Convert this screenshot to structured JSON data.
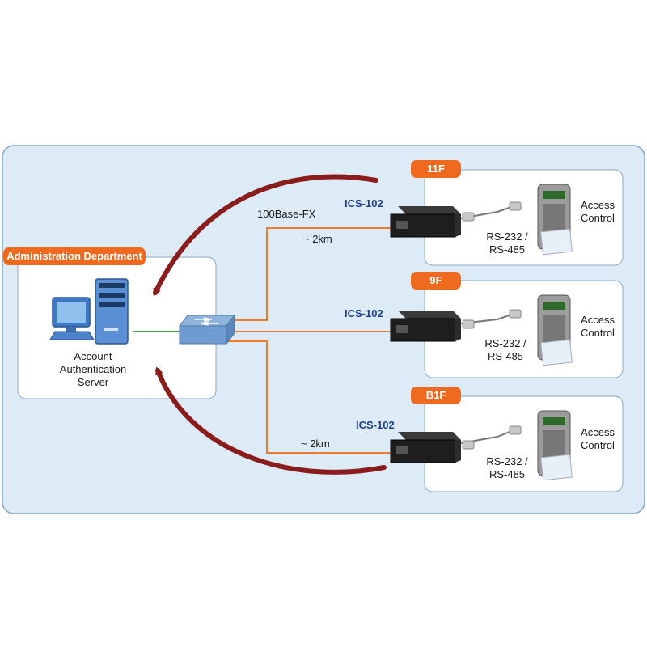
{
  "admin": {
    "title": "Administration Department",
    "server_label_1": "Account",
    "server_label_2": "Authentication",
    "server_label_3": "Server"
  },
  "link": {
    "fiber_type": "100Base-FX",
    "distance": "~ 2km"
  },
  "floors": [
    {
      "tag": "11F",
      "device": "ICS-102",
      "serial_1": "RS-232 /",
      "serial_2": "RS-485",
      "access_1": "Access",
      "access_2": "Control"
    },
    {
      "tag": "9F",
      "device": "ICS-102",
      "serial_1": "RS-232 /",
      "serial_2": "RS-485",
      "access_1": "Access",
      "access_2": "Control"
    },
    {
      "tag": "B1F",
      "device": "ICS-102",
      "serial_1": "RS-232 /",
      "serial_2": "RS-485",
      "access_1": "Access",
      "access_2": "Control"
    }
  ],
  "colors": {
    "background_panel": "#dcebf6",
    "panel_border": "#7fa6c9",
    "fiber": "#f07a2a",
    "ethernet": "#3aa04a",
    "arrow": "#8b1c1c",
    "tag": "#ef6a1f",
    "device_label": "#1f3f8a"
  }
}
